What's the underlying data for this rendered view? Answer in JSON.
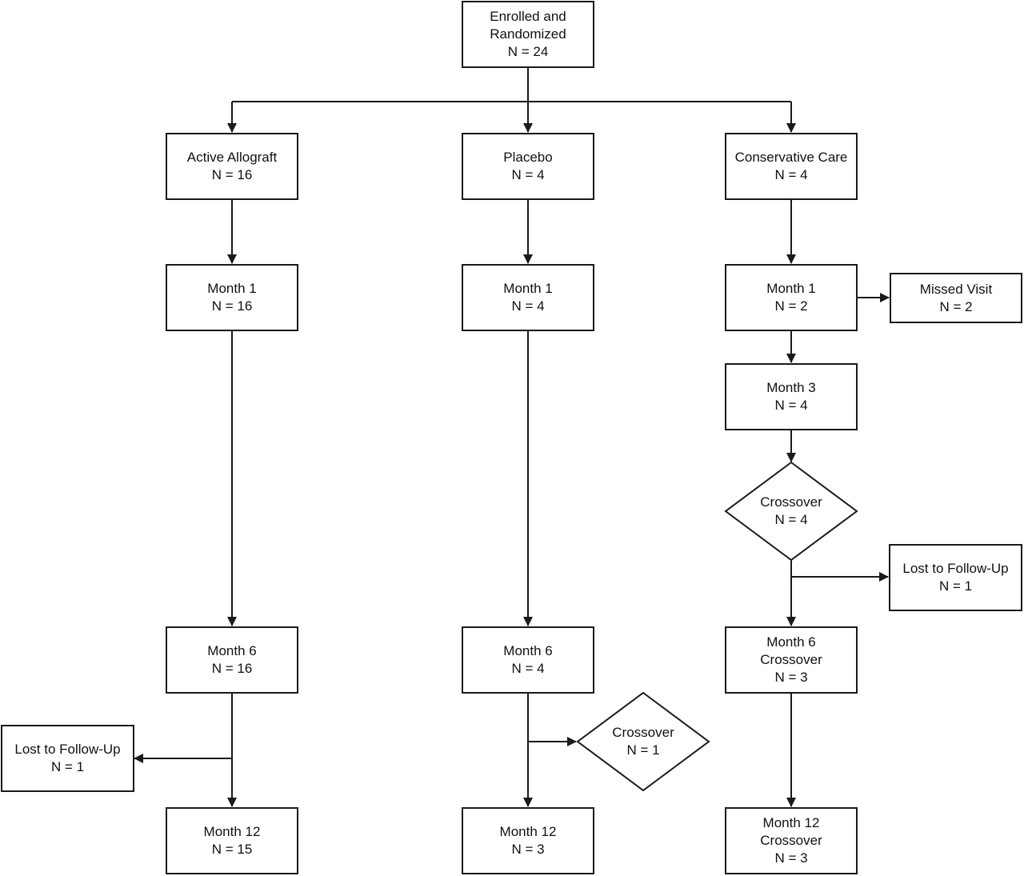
{
  "nodes": {
    "enrolled": {
      "line1": "Enrolled and",
      "line2": "Randomized",
      "line3": "N = 24"
    },
    "active_allograft": {
      "line1": "Active Allograft",
      "line2": "N = 16"
    },
    "placebo": {
      "line1": "Placebo",
      "line2": "N = 4"
    },
    "conservative_care": {
      "line1": "Conservative Care",
      "line2": "N = 4"
    },
    "active_month1": {
      "line1": "Month 1",
      "line2": "N = 16"
    },
    "placebo_month1": {
      "line1": "Month 1",
      "line2": "N = 4"
    },
    "cc_month1": {
      "line1": "Month 1",
      "line2": "N = 2"
    },
    "cc_missed_visit": {
      "line1": "Missed Visit",
      "line2": "N = 2"
    },
    "cc_month3": {
      "line1": "Month 3",
      "line2": "N = 4"
    },
    "cc_crossover": {
      "line1": "Crossover",
      "line2": "N = 4"
    },
    "cc_lost": {
      "line1": "Lost to Follow-Up",
      "line2": "N = 1"
    },
    "active_month6": {
      "line1": "Month 6",
      "line2": "N = 16"
    },
    "placebo_month6": {
      "line1": "Month 6",
      "line2": "N = 4"
    },
    "cc_month6": {
      "line1": "Month 6",
      "line2": "Crossover",
      "line3": "N = 3"
    },
    "active_lost": {
      "line1": "Lost to Follow-Up",
      "line2": "N = 1"
    },
    "placebo_crossover": {
      "line1": "Crossover",
      "line2": "N = 1"
    },
    "active_month12": {
      "line1": "Month 12",
      "line2": "N = 15"
    },
    "placebo_month12": {
      "line1": "Month 12",
      "line2": "N = 3"
    },
    "cc_month12": {
      "line1": "Month 12",
      "line2": "Crossover",
      "line3": "N = 3"
    }
  },
  "colors": {
    "stroke": "#1a1a1a",
    "text": "#111111",
    "background": "#ffffff"
  }
}
